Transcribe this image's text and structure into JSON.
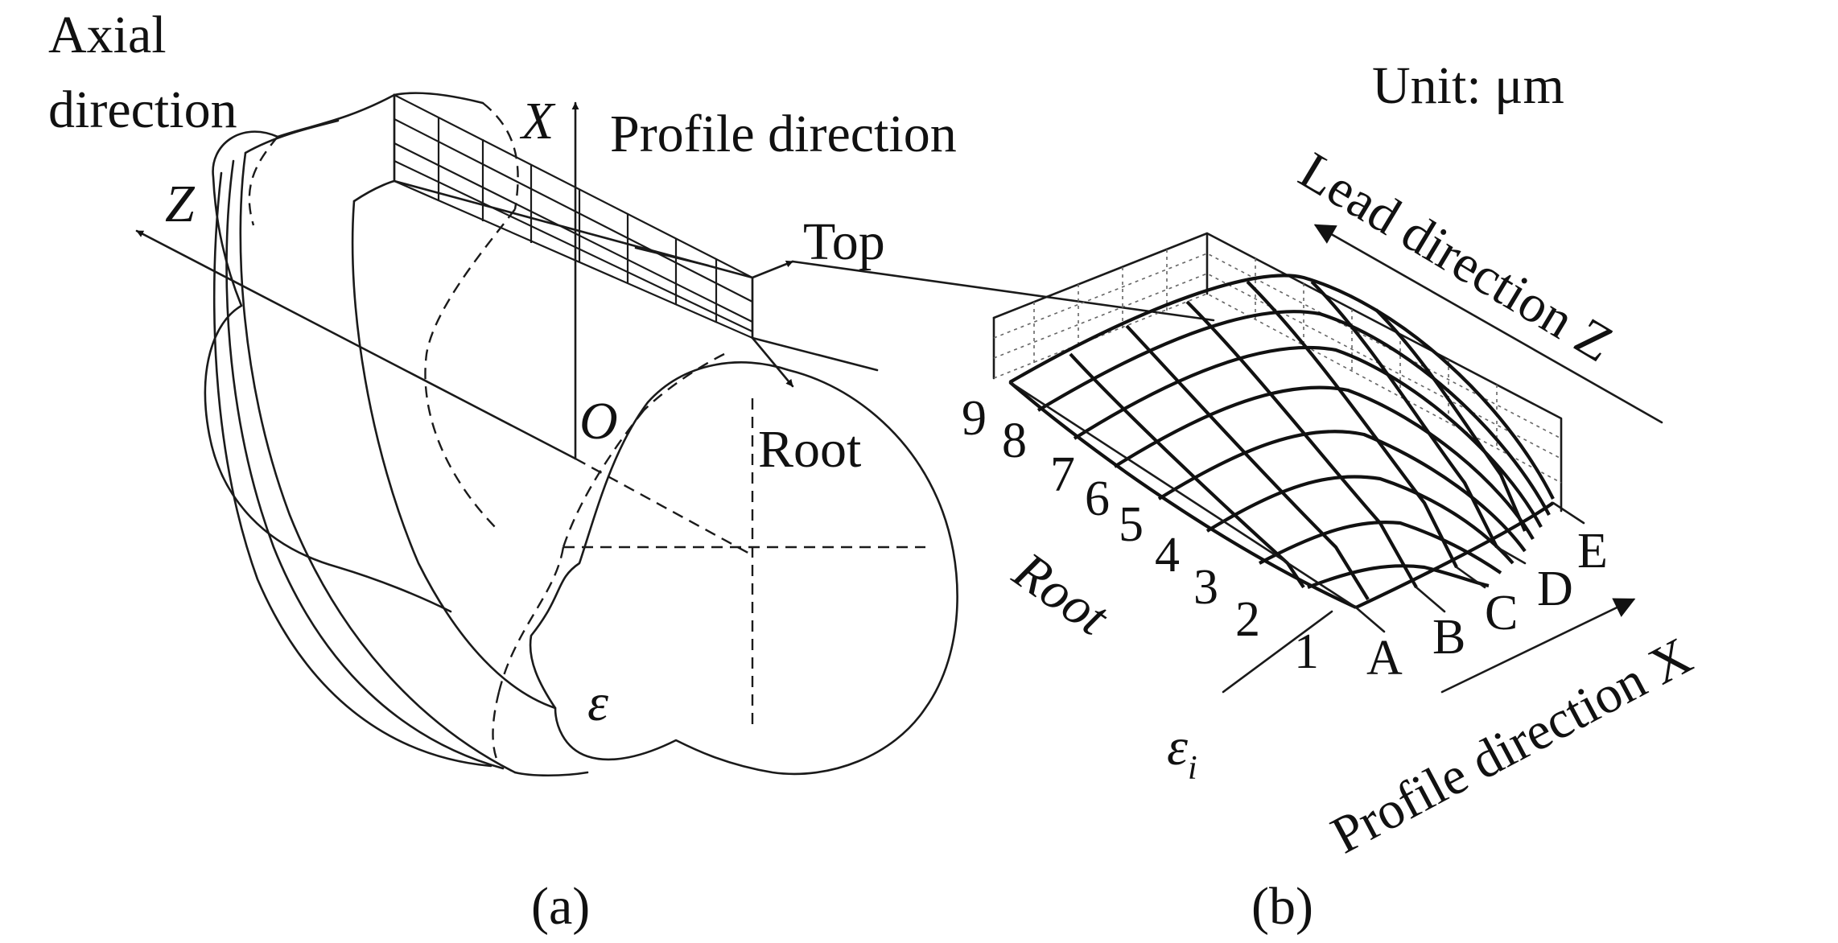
{
  "panel_a": {
    "label": "(a)",
    "axial_label_line1": "Axial",
    "axial_label_line2": "direction",
    "profile_label": "Profile direction",
    "axis_x": "X",
    "axis_z": "Z",
    "origin": "O",
    "top_label": "Top",
    "root_label": "Root",
    "epsilon": "ε"
  },
  "panel_b": {
    "label": "(b)",
    "unit": "Unit: μm",
    "lead_direction": "Lead direction Z",
    "profile_direction": "Profile direction X",
    "root_label": "Root",
    "row_labels": [
      "1",
      "2",
      "3",
      "4",
      "5",
      "6",
      "7",
      "8",
      "9"
    ],
    "col_labels": [
      "A",
      "B",
      "C",
      "D",
      "E"
    ],
    "epsilon_base": "ε",
    "epsilon_sub": "i"
  },
  "colors": {
    "ink": "#111111",
    "background": "#ffffff"
  }
}
